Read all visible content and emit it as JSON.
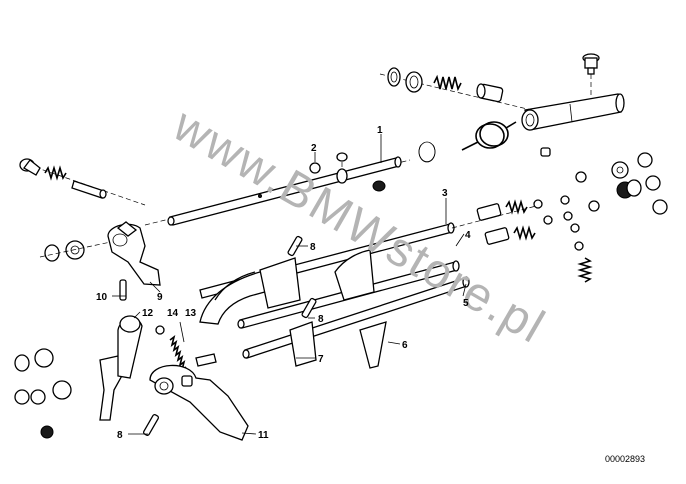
{
  "watermark": "www.BMWstore.pl",
  "reference_number": "00002893",
  "labels": {
    "l1": "1",
    "l2": "2",
    "l3": "3",
    "l4": "4",
    "l5": "5",
    "l6": "6",
    "l7": "7",
    "l8a": "8",
    "l8b": "8",
    "l8c": "8",
    "l9": "9",
    "l10": "10",
    "l11": "11",
    "l12": "12",
    "l13": "13",
    "l14": "14"
  }
}
